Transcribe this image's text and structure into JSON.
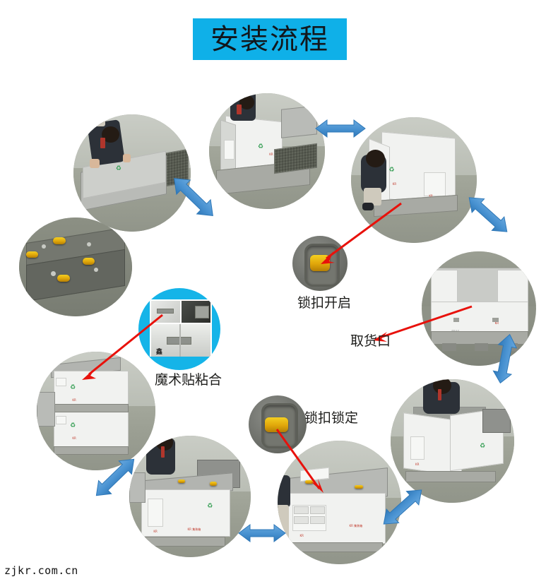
{
  "page": {
    "title": "安装流程",
    "title_bg_color": "#0fb0e8",
    "title_text_color": "#12171c",
    "background_color": "#ffffff",
    "watermark": "zjkr.com.cn"
  },
  "colors": {
    "accent_cyan": "#15b4e8",
    "arrow_blue": "#4a93d2",
    "arrow_blue_dark": "#2f78b8",
    "pointer_red": "#e8110b",
    "latch_yellow": "#e8b40a"
  },
  "steps": [
    {
      "id": "step-1",
      "name": "lay-base-panel",
      "caption": ""
    },
    {
      "id": "step-2",
      "name": "raise-side-walls",
      "caption": ""
    },
    {
      "id": "step-3",
      "name": "close-and-lock-walls",
      "caption": ""
    },
    {
      "id": "step-4",
      "name": "pickup-opening-view",
      "caption": ""
    },
    {
      "id": "step-5",
      "name": "open-container-ready",
      "caption": ""
    },
    {
      "id": "step-6",
      "name": "fit-top-lid",
      "caption": ""
    },
    {
      "id": "step-7",
      "name": "secure-lid",
      "caption": ""
    },
    {
      "id": "step-8",
      "name": "stacked-containers",
      "caption": ""
    },
    {
      "id": "step-9",
      "name": "folded-flat-pallet",
      "caption": ""
    }
  ],
  "callouts": [
    {
      "id": "callout-lock-open",
      "label": "锁扣开启",
      "icon": "lock-latch-open-icon"
    },
    {
      "id": "callout-pickup-port",
      "label": "取货口",
      "icon": "pickup-opening-icon"
    },
    {
      "id": "callout-velcro",
      "label": "魔术贴粘合",
      "icon": "velcro-patch-icon"
    },
    {
      "id": "callout-lock-closed",
      "label": "锁扣锁定",
      "icon": "lock-latch-closed-icon"
    }
  ],
  "arrows": [
    {
      "id": "arrow-1",
      "name": "flow-arrow-step3-to-step2",
      "direction": "left"
    },
    {
      "id": "arrow-2",
      "name": "flow-arrow-step2-to-step1",
      "direction": "down-left"
    },
    {
      "id": "arrow-3",
      "name": "flow-arrow-step3-to-step4",
      "direction": "down-right"
    },
    {
      "id": "arrow-4",
      "name": "flow-arrow-step4-to-step5",
      "direction": "down"
    },
    {
      "id": "arrow-5",
      "name": "flow-arrow-step5-to-step6",
      "direction": "down-left"
    },
    {
      "id": "arrow-6",
      "name": "flow-arrow-step6-to-step7",
      "direction": "left"
    },
    {
      "id": "arrow-7",
      "name": "flow-arrow-step7-to-step8",
      "direction": "up-left"
    }
  ]
}
